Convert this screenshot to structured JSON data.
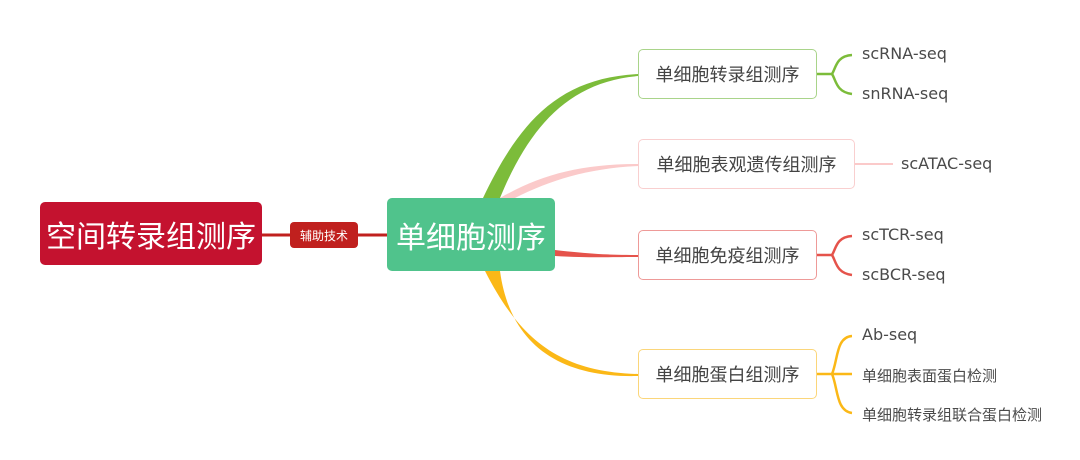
{
  "root_node": {
    "label": "空间转录组测序",
    "color": "#c4122f"
  },
  "relationship": {
    "label": "辅助技术",
    "color": "#c0201e"
  },
  "center_node": {
    "label": "单细胞测序",
    "color": "#50c38c"
  },
  "branches": [
    {
      "label": "单细胞转录组测序",
      "color": "#7cbc3a",
      "children": [
        "scRNA-seq",
        "snRNA-seq"
      ]
    },
    {
      "label": "单细胞表观遗传组测序",
      "color": "#fbcaca",
      "children": [
        "scATAC-seq"
      ]
    },
    {
      "label": "单细胞免疫组测序",
      "color": "#e5534b",
      "children": [
        "scTCR-seq",
        "scBCR-seq"
      ]
    },
    {
      "label": "单细胞蛋白组测序",
      "color": "#fbb817",
      "children": [
        "Ab-seq",
        "单细胞表面蛋白检测",
        "单细胞转录组联合蛋白检测"
      ]
    }
  ]
}
